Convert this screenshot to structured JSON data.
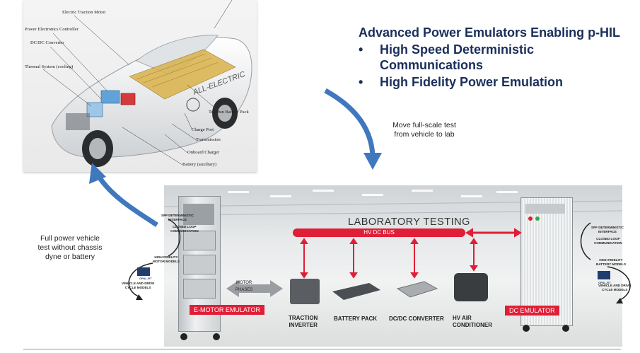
{
  "headline": "Advanced Power Emulators Enabling p-HIL",
  "bullets": [
    "High Speed Deterministic",
    "Communications",
    "High Fidelity Power Emulation"
  ],
  "captions": {
    "move": [
      "Move full-scale test",
      "from vehicle to lab"
    ],
    "full_power": [
      "Full power vehicle",
      "test without chassis",
      "dyne or battery"
    ]
  },
  "car_labels": {
    "motor": "Electric Traction Motor",
    "pec": "Power Electronics Controller",
    "dcdc": "DC/DC Converter",
    "thermal": "Thermal System (cooling)",
    "pack": "Traction Battery Pack",
    "port": "Charge Port",
    "transmission": "Transmission",
    "charger": "Onboard Charger",
    "aux": "Battery (auxiliary)",
    "car_text": "ALL-ELECTRIC"
  },
  "lab": {
    "title": "LABORATORY TESTING",
    "bus": "HV DC BUS",
    "motor_phases": [
      "MOTOR",
      "PHASES"
    ],
    "components": [
      [
        "TRACTION",
        "INVERTER"
      ],
      [
        "BATTERY PACK"
      ],
      [
        "DC/DC CONVERTER"
      ],
      [
        "HV AIR",
        "CONDITIONER"
      ]
    ],
    "emotor": "E-MOTOR EMULATOR",
    "dc": "DC EMULATOR"
  },
  "left_loop": {
    "det": [
      "SPF DETERMINISTIC",
      "INTERFACE"
    ],
    "loop": [
      "CLOSED LOOP",
      "COMMUNICATION"
    ],
    "models": [
      "HIGH FIDELITY",
      "MOTOR MODELS"
    ],
    "vehicle": [
      "VEHICLE AND DRIVE",
      "CYCLE MODELS"
    ],
    "brand": "OPAL-RT"
  },
  "right_loop": {
    "det": [
      "SPF DETERMINISTIC",
      "INTERFACE"
    ],
    "loop": [
      "CLOSED LOOP",
      "COMMUNICATION"
    ],
    "models": [
      "HIGH FIDELITY",
      "BATTERY MODELS"
    ],
    "vehicle": [
      "VEHICLE AND DRIVE",
      "CYCLE MODELS"
    ],
    "brand": "OPAL-RT"
  },
  "colors": {
    "accent_red": "#e01e37",
    "arrow_blue": "#3f78bd",
    "title_blue": "#1a2f5a"
  }
}
